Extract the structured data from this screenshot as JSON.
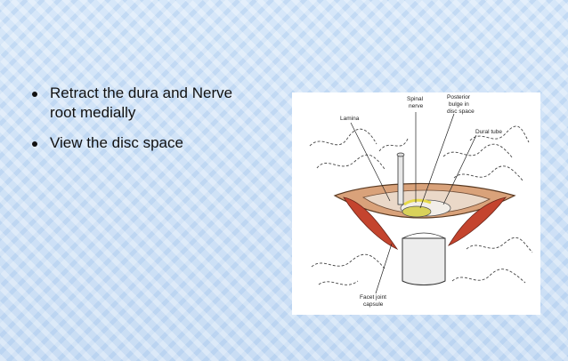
{
  "bullets": [
    {
      "text": "Retract the dura and Nerve root medially"
    },
    {
      "text": "View the disc space"
    }
  ],
  "figure": {
    "labels": {
      "spinal_nerve_1": "Spinal",
      "spinal_nerve_2": "nerve",
      "posterior_1": "Posterior",
      "posterior_2": "bulge in",
      "posterior_3": "disc space",
      "lamina": "Lamina",
      "dural_tube": "Dural tube",
      "facet_1": "Facet joint",
      "facet_2": "capsule"
    }
  }
}
